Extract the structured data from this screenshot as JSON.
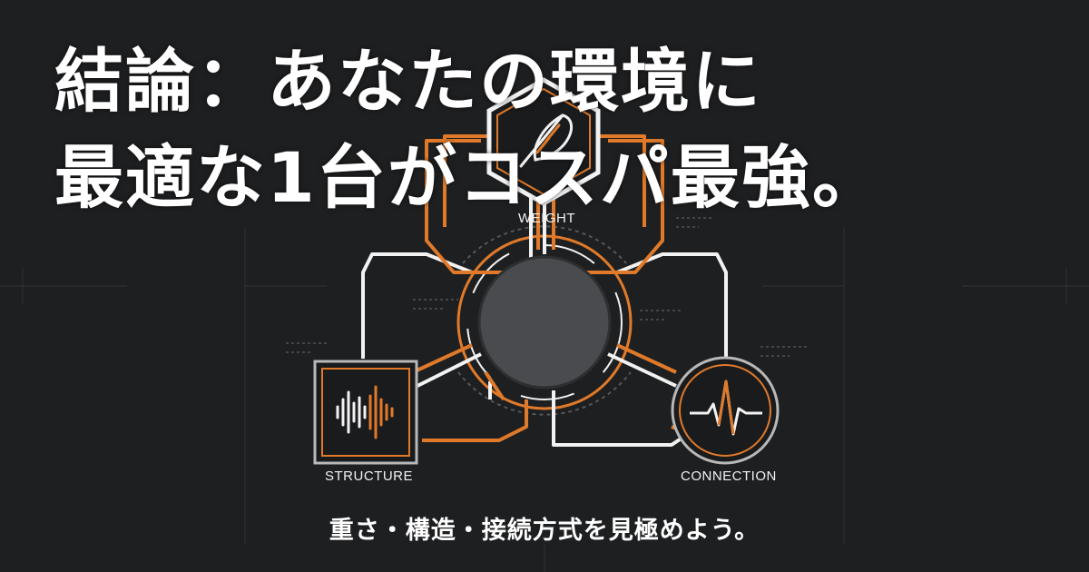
{
  "headline": {
    "line1": "結論：あなたの環境に",
    "line2": "最適な1台がコスパ最強。"
  },
  "labels": {
    "weight": "WEIGHT",
    "structure": "STRUCTURE",
    "connection": "CONNECTION"
  },
  "subtitle": "重さ・構造・接続方式を見極めよう。",
  "icons": {
    "weight": "feather-icon",
    "structure": "soundwave-icon",
    "connection": "pulse-icon"
  },
  "colors": {
    "background": "#1e1f21",
    "accent": "#e07a2a",
    "line": "#f2f2f2",
    "hub": "#4a4b4f"
  }
}
